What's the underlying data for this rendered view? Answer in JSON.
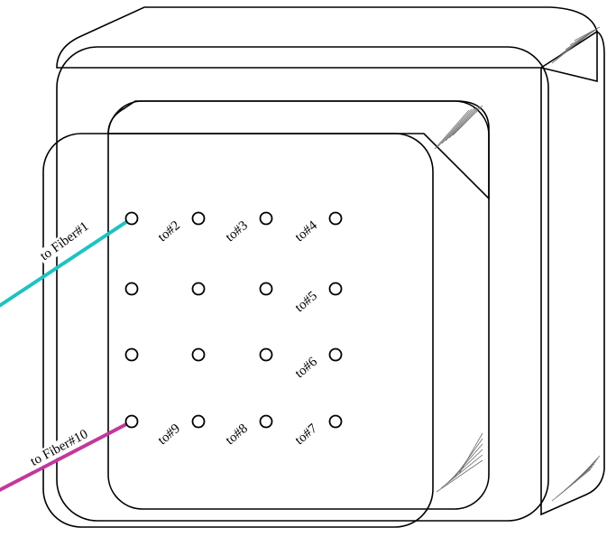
{
  "diagram": {
    "colors": {
      "background": "#ffffff",
      "outer_housing": "#c4c4c4",
      "outer_housing_side": "#b3b3b3",
      "middle_housing": "#9a9a9a",
      "front_panel": "#a6a6a6",
      "hole_fill": "#ffffff",
      "fiber_1": "#1fc2c2",
      "fiber_10": "#c2389a"
    },
    "fibers": [
      {
        "label": "to Fiber#1",
        "color": "#1fc2c2",
        "hole": "r0c0"
      },
      {
        "label": "to Fiber#10",
        "color": "#c2389a",
        "hole": "r3c0"
      }
    ],
    "port_labels": [
      {
        "text": "to#2",
        "hole": "r0c1"
      },
      {
        "text": "to#3",
        "hole": "r0c2"
      },
      {
        "text": "to#4",
        "hole": "r0c3"
      },
      {
        "text": "to#5",
        "hole": "r1c3"
      },
      {
        "text": "to#6",
        "hole": "r2c3"
      },
      {
        "text": "to#7",
        "hole": "r3c3"
      },
      {
        "text": "to#8",
        "hole": "r3c2"
      },
      {
        "text": "to#9",
        "hole": "r3c1"
      }
    ],
    "grid": {
      "rows": 4,
      "cols": 4
    }
  }
}
